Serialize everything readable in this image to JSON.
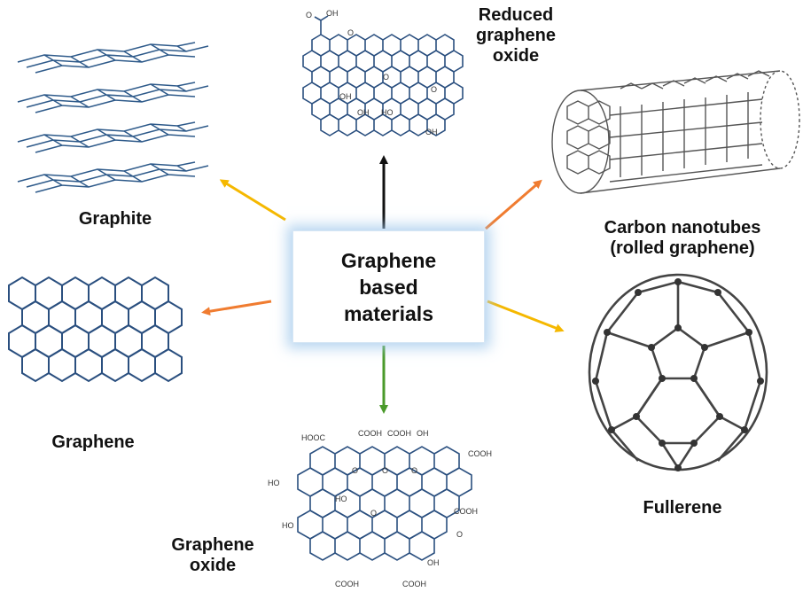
{
  "center": {
    "lines": [
      "Graphene",
      "based",
      "materials"
    ]
  },
  "nodes": {
    "reduced_graphene_oxide": {
      "lines": [
        "Reduced",
        "graphene",
        "oxide"
      ]
    },
    "graphite": {
      "lines": [
        "Graphite"
      ]
    },
    "carbon_nanotubes": {
      "lines": [
        "Carbon nanotubes",
        "(rolled graphene)"
      ]
    },
    "graphene": {
      "lines": [
        "Graphene"
      ]
    },
    "fullerene": {
      "lines": [
        "Fullerene"
      ]
    },
    "graphene_oxide": {
      "lines": [
        "Graphene",
        "oxide"
      ]
    }
  },
  "chem_labels": {
    "rgo": [
      "O",
      "OH",
      "O",
      "O",
      "O",
      "OH",
      "HO",
      "OH",
      "OH"
    ],
    "go": [
      "HOOC",
      "COOH",
      "COOH",
      "OH",
      "COOH",
      "HO",
      "O",
      "O",
      "O",
      "O",
      "HO",
      "COOH",
      "HO",
      "O",
      "COOH",
      "COOH",
      "OH"
    ]
  },
  "colors": {
    "arrow_top": "#111111",
    "arrow_graphite": "#f5b800",
    "arrow_nanotube": "#f07c30",
    "arrow_graphene": "#f07c30",
    "arrow_fullerene": "#f5b800",
    "arrow_oxide": "#4a9a2a",
    "molecule_blue": "#2a4f7f",
    "cage_gray": "#444444"
  }
}
